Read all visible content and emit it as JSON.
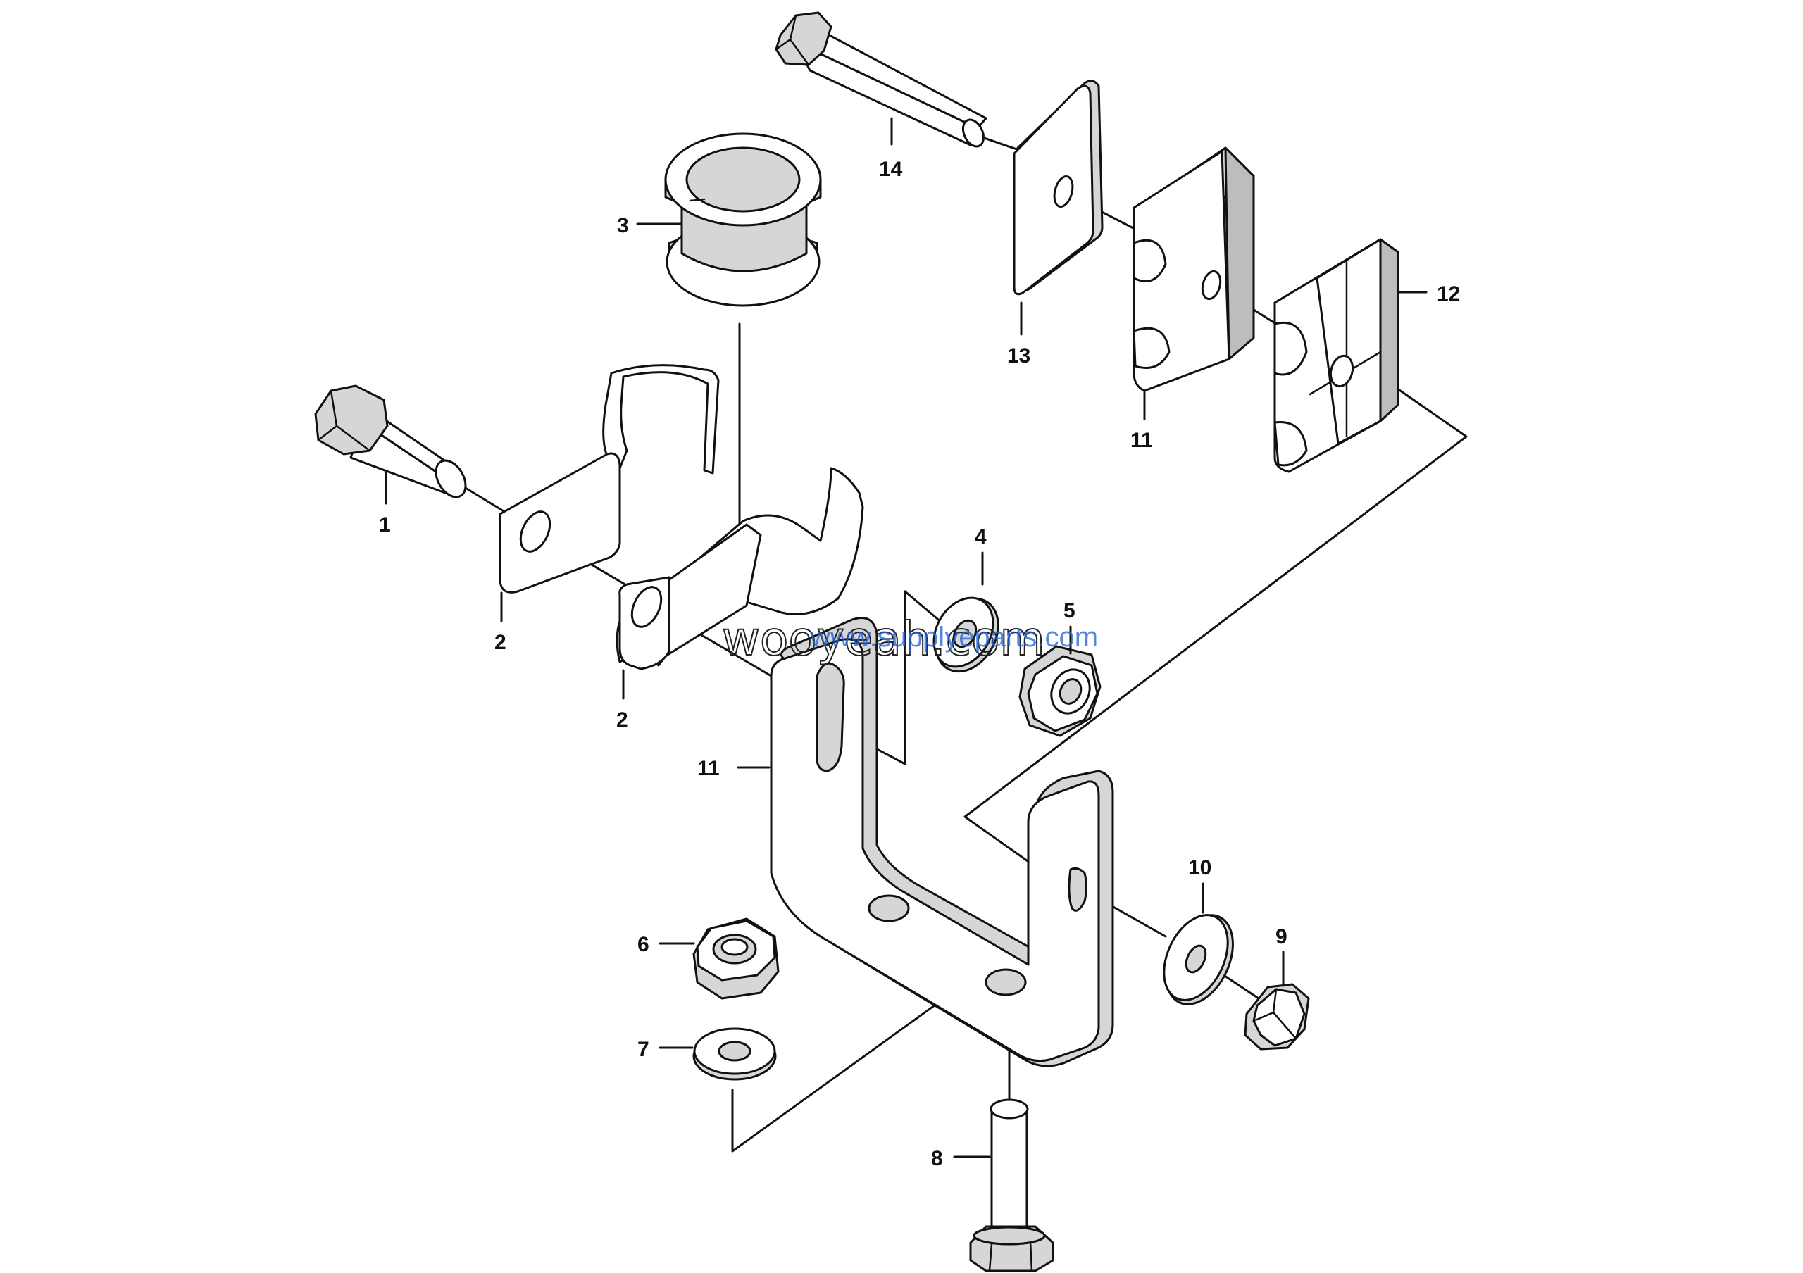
{
  "callouts": [
    {
      "id": "c1",
      "text": "1"
    },
    {
      "id": "c2a",
      "text": "2"
    },
    {
      "id": "c2b",
      "text": "2"
    },
    {
      "id": "c3",
      "text": "3"
    },
    {
      "id": "c4",
      "text": "4"
    },
    {
      "id": "c5",
      "text": "5"
    },
    {
      "id": "c6",
      "text": "6"
    },
    {
      "id": "c7",
      "text": "7"
    },
    {
      "id": "c8",
      "text": "8"
    },
    {
      "id": "c9",
      "text": "9"
    },
    {
      "id": "c10",
      "text": "10"
    },
    {
      "id": "c11a",
      "text": "11"
    },
    {
      "id": "c11b",
      "text": "11"
    },
    {
      "id": "c12",
      "text": "12"
    },
    {
      "id": "c13",
      "text": "13"
    },
    {
      "id": "c14",
      "text": "14"
    }
  ],
  "watermark": {
    "primary": "wooyeah.com",
    "secondary": "www.supplyeparts.com"
  }
}
